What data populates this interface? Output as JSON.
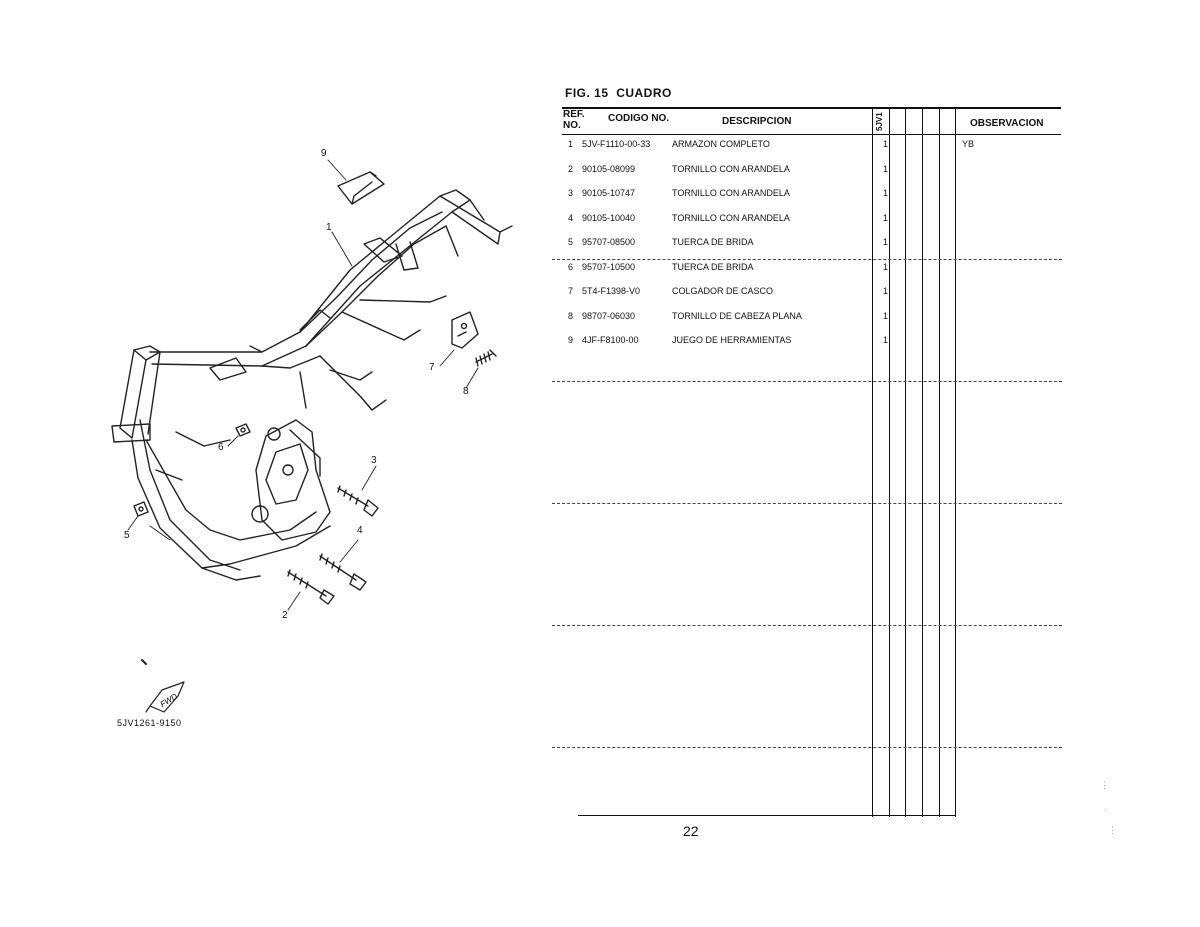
{
  "figure": {
    "label": "FIG. 15",
    "title": "CUADRO"
  },
  "diagram": {
    "callouts": [
      "1",
      "2",
      "3",
      "4",
      "5",
      "6",
      "7",
      "8",
      "9"
    ],
    "fwd_label": "FWD",
    "drawing_code": "5JV1261-9150"
  },
  "table": {
    "headers": {
      "ref_line1": "REF.",
      "ref_line2": "NO.",
      "codigo": "CODIGO NO.",
      "descripcion": "DESCRIPCION",
      "model": "5JV1",
      "observacion": "OBSERVACION"
    },
    "rows": [
      {
        "ref": "1",
        "codigo": "5JV-F1110-00-33",
        "descripcion": "ARMAZON COMPLETO",
        "qty": "1",
        "obs": "YB"
      },
      {
        "ref": "2",
        "codigo": "90105-08099",
        "descripcion": "TORNILLO CON ARANDELA",
        "qty": "1",
        "obs": ""
      },
      {
        "ref": "3",
        "codigo": "90105-10747",
        "descripcion": "TORNILLO CON ARANDELA",
        "qty": "1",
        "obs": ""
      },
      {
        "ref": "4",
        "codigo": "90105-10040",
        "descripcion": "TORNILLO CON ARANDELA",
        "qty": "1",
        "obs": ""
      },
      {
        "ref": "5",
        "codigo": "95707-08500",
        "descripcion": "TUERCA DE BRIDA",
        "qty": "1",
        "obs": ""
      },
      {
        "ref": "6",
        "codigo": "95707-10500",
        "descripcion": "TUERCA DE BRIDA",
        "qty": "1",
        "obs": ""
      },
      {
        "ref": "7",
        "codigo": "5T4-F1398-V0",
        "descripcion": "COLGADOR DE CASCO",
        "qty": "1",
        "obs": ""
      },
      {
        "ref": "8",
        "codigo": "98707-06030",
        "descripcion": "TORNILLO DE CABEZA PLANA",
        "qty": "1",
        "obs": ""
      },
      {
        "ref": "9",
        "codigo": "4JF-F8100-00",
        "descripcion": "JUEGO DE HERRAMIENTAS",
        "qty": "1",
        "obs": ""
      }
    ]
  },
  "page": {
    "number": "22"
  }
}
